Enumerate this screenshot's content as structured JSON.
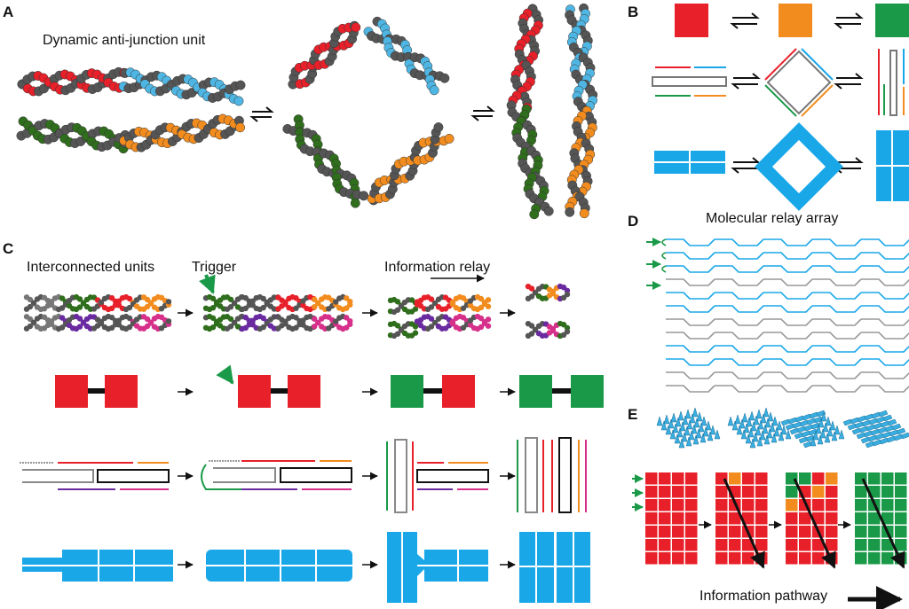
{
  "panels": {
    "a": "A",
    "b": "B",
    "c": "C",
    "d": "D",
    "e": "E"
  },
  "captions": {
    "dynamic_unit": "Dynamic anti-junction unit",
    "interconnected": "Interconnected units",
    "trigger": "Trigger",
    "info_relay": "Information relay",
    "relay_array": "Molecular relay array",
    "info_pathway": "Information pathway"
  },
  "colors": {
    "red": "#e8202a",
    "orange": "#f28c1e",
    "green": "#1a9a48",
    "blue": "#1aa7e8",
    "gray": "#5a5a5a",
    "purple": "#6a2aa0",
    "magenta": "#d6308a",
    "black": "#111111"
  }
}
